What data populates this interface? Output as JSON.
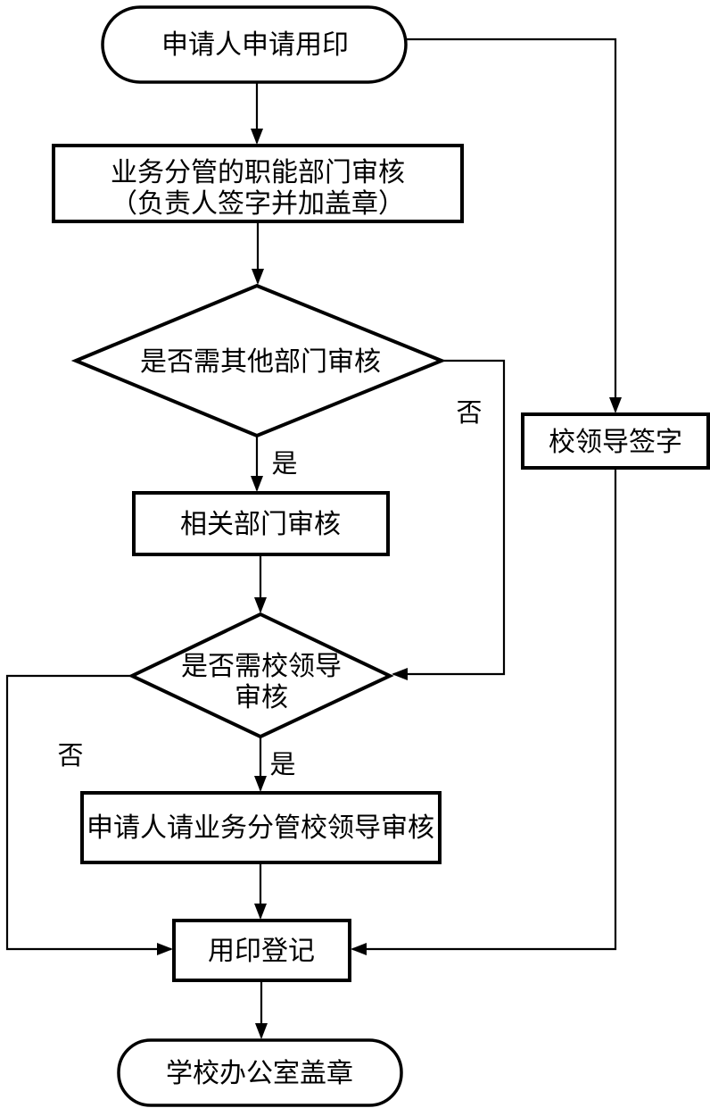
{
  "diagram": {
    "colors": {
      "line": "#000000",
      "fill": "#ffffff"
    },
    "nodes": {
      "start": "申请人申请用印",
      "dept_review": {
        "line1": "业务分管的职能部门审核",
        "line2": "（负责人签字并加盖章）"
      },
      "decision_other_dept": "是否需其他部门审核",
      "related_dept_review": "相关部门审核",
      "decision_leader": {
        "line1": "是否需校领导",
        "line2": "审核"
      },
      "applicant_leader_review": "申请人请业务分管校领导审核",
      "leader_signature": "校领导签字",
      "seal_registration": "用印登记",
      "end": "学校办公室盖章"
    },
    "edge_labels": {
      "other_dept_no": "否",
      "other_dept_yes": "是",
      "leader_no": "否",
      "leader_yes": "是"
    }
  }
}
